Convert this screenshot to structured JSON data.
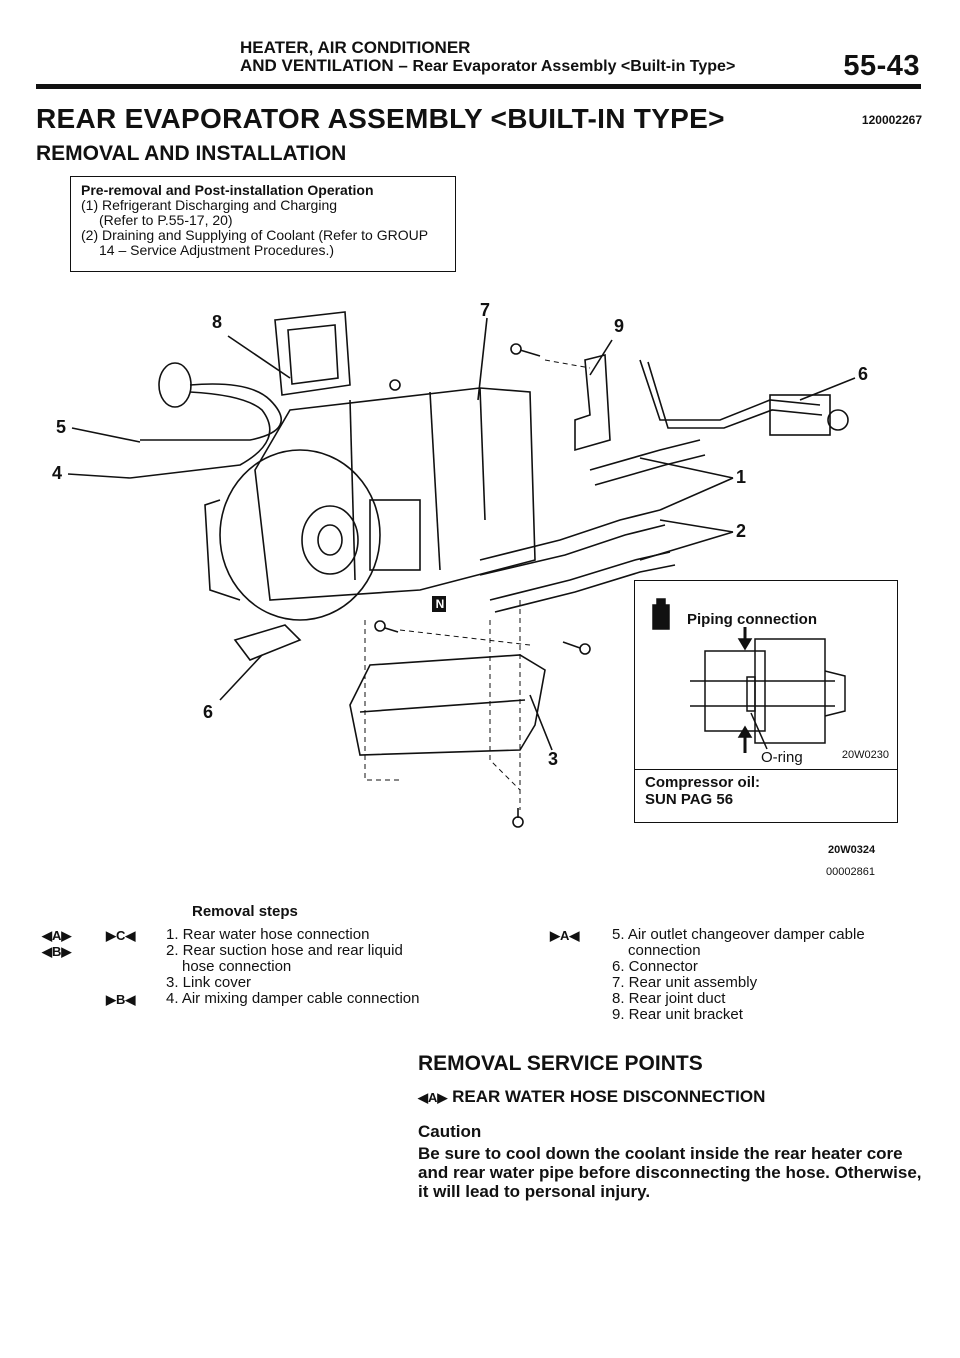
{
  "header": {
    "line1": "HEATER, AIR CONDITIONER",
    "line2_prefix": "AND VENTILATION – ",
    "line2_section": "Rear Evaporator Assembly <Built-in Type>",
    "page_number": "55-43"
  },
  "title": "REAR EVAPORATOR ASSEMBLY <BUILT-IN TYPE>",
  "doc_code": "120002267",
  "subtitle": "REMOVAL AND INSTALLATION",
  "pre_box": {
    "heading": "Pre-removal and Post-installation Operation",
    "item1": "(1) Refrigerant Discharging and Charging",
    "item1b": "(Refer to P.55-17, 20)",
    "item2": "(2) Draining and Supplying of Coolant (Refer to GROUP",
    "item2b": "14 – Service Adjustment Procedures.)"
  },
  "diagram_labels": {
    "l1": "1",
    "l2": "2",
    "l3": "3",
    "l4": "4",
    "l5": "5",
    "l6a": "6",
    "l6b": "6",
    "l7": "7",
    "l8": "8",
    "l9": "9",
    "n_mark": "N"
  },
  "callout": {
    "title": "Piping connection",
    "oring": "O-ring",
    "code": "20W0230",
    "oil_line1": "Compressor oil:",
    "oil_line2": "SUN PAG 56"
  },
  "fig_codes": {
    "c1": "20W0324",
    "c2": "00002861"
  },
  "removal": {
    "heading": "Removal steps",
    "marks": {
      "s1a": "◀A▶",
      "s1b": "▶C◀",
      "s2": "◀B▶",
      "s4": "▶B◀",
      "s5": "▶A◀"
    },
    "steps": [
      "1. Rear water hose connection",
      "2. Rear suction hose and rear liquid",
      "hose connection",
      "3. Link cover",
      "4. Air mixing damper cable connection",
      "5. Air outlet changeover damper cable",
      "connection",
      "6. Connector",
      "7. Rear unit assembly",
      "8. Rear joint duct",
      "9. Rear unit bracket"
    ]
  },
  "service": {
    "heading": "REMOVAL SERVICE POINTS",
    "mark": "◀A▶",
    "subheading": "REAR WATER HOSE DISCONNECTION",
    "caution": "Caution",
    "body": "Be sure to cool down the coolant inside the rear heater core and rear water pipe before disconnecting the hose. Otherwise, it will lead to personal injury."
  }
}
